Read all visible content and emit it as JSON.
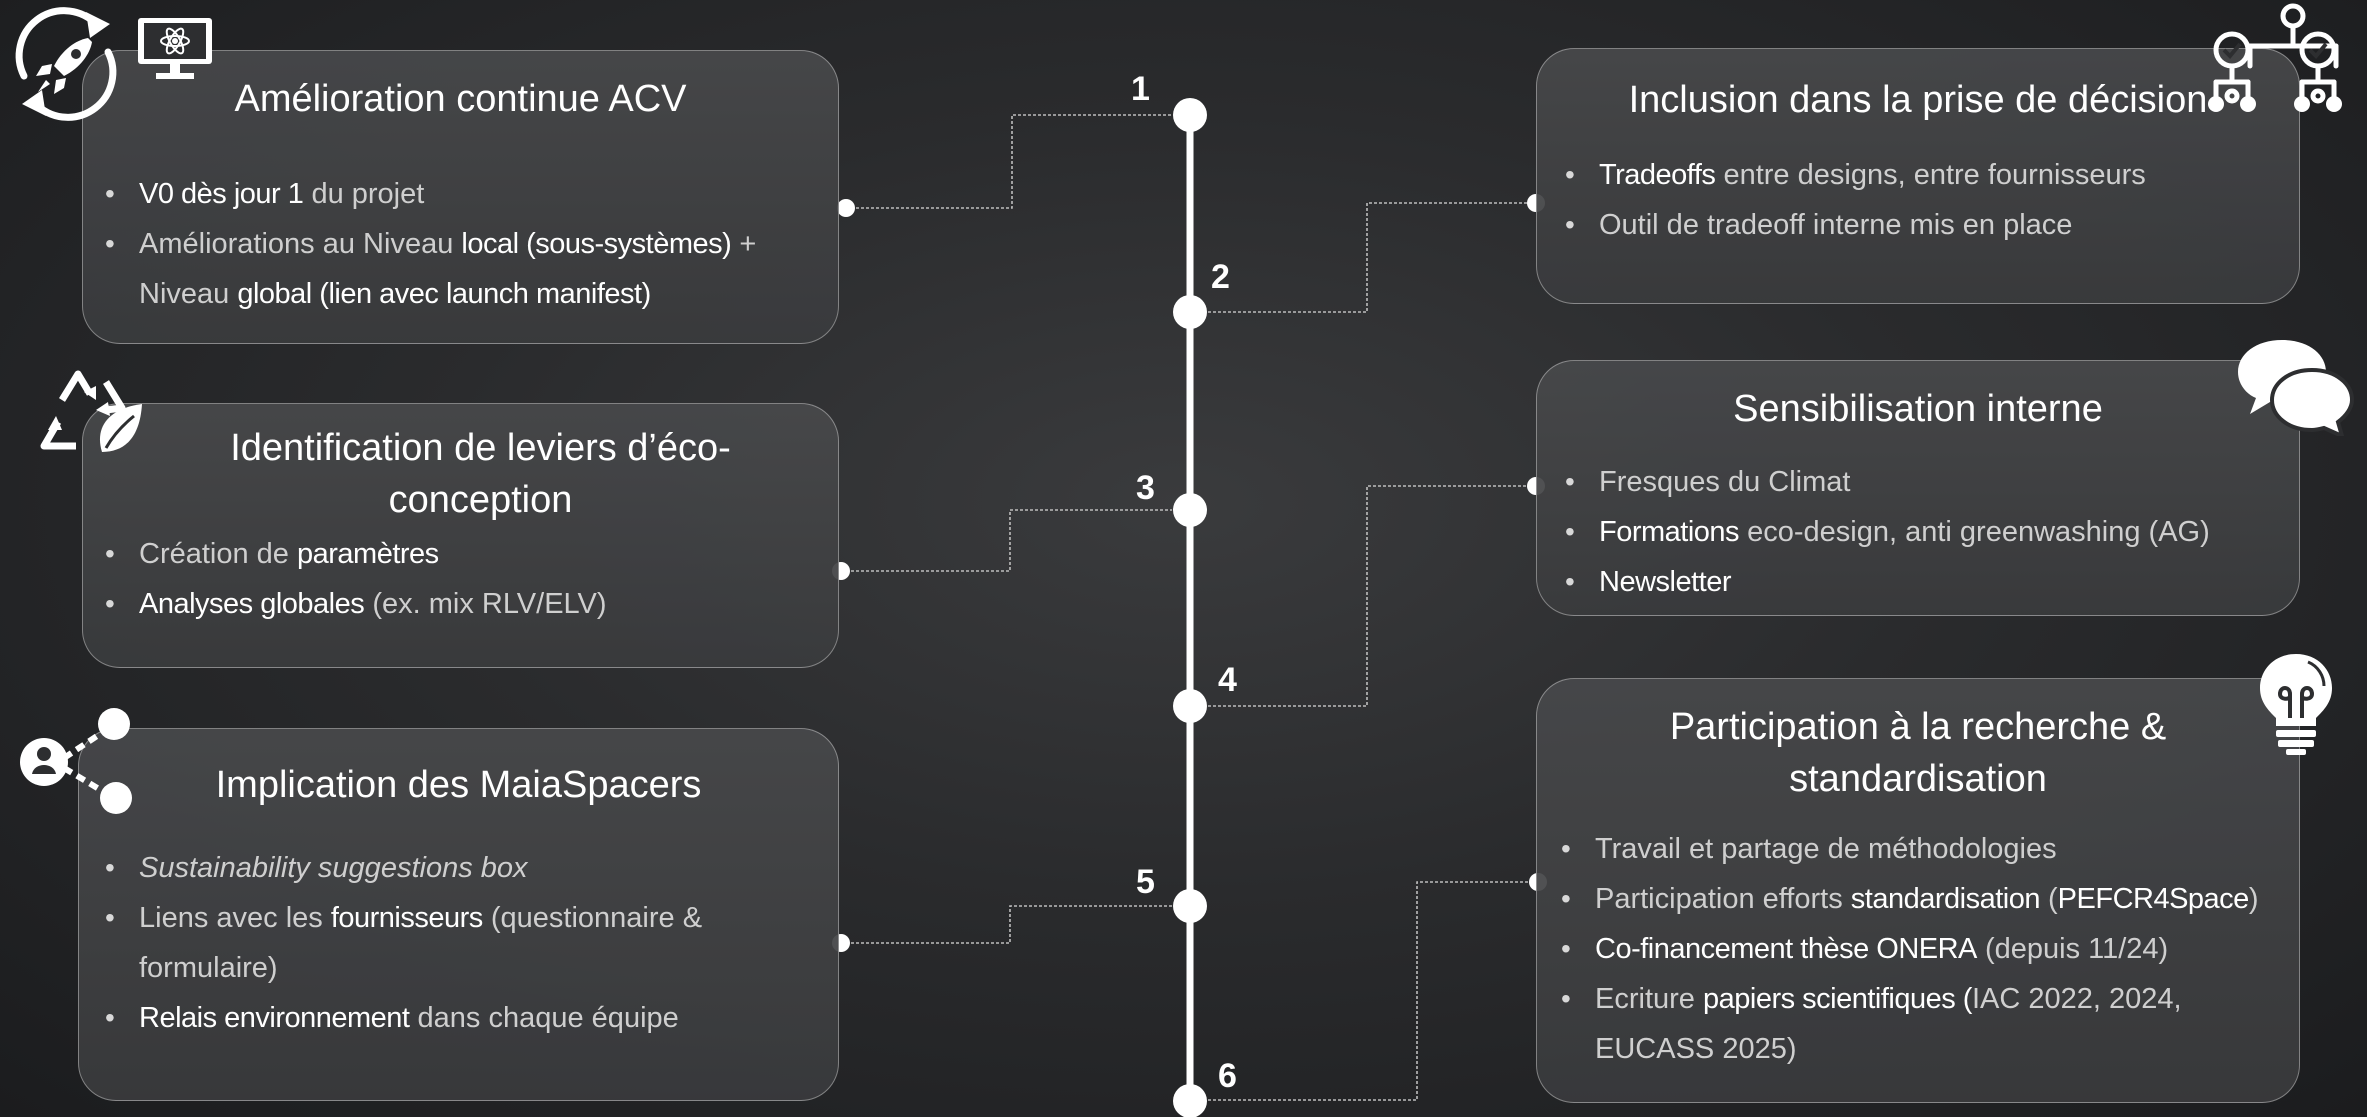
{
  "timeline": {
    "numbers": [
      "1",
      "2",
      "3",
      "4",
      "5",
      "6"
    ]
  },
  "cards": {
    "c1": {
      "title": "Amélioration continue ACV",
      "b1": {
        "hl1": "V0 dès jour 1",
        "t1": " du projet"
      },
      "b2": {
        "t1": "Améliorations au Niveau ",
        "hl1": "local (sous-systèmes)",
        "t2": " + Niveau ",
        "hl2": "global (lien avec launch manifest)"
      }
    },
    "c2": {
      "title": "Identification de leviers d’éco-conception",
      "b1": {
        "t1": "Création de ",
        "hl1": "paramètres"
      },
      "b2": {
        "hl1": "Analyses globales",
        "t1": " (ex. mix RLV/ELV)"
      }
    },
    "c3": {
      "title": "Implication des MaiaSpacers",
      "b1": {
        "it1": "Sustainability suggestions box"
      },
      "b2": {
        "t1": "Liens avec les ",
        "hl1": "fournisseurs",
        "t2": " (questionnaire & formulaire)"
      },
      "b3": {
        "hl1": "Relais environnement",
        "t1": " dans chaque équipe"
      }
    },
    "c4": {
      "title": "Inclusion dans la prise de décision",
      "b1": {
        "hl1": "Tradeoffs",
        "t1": " entre designs, entre fournisseurs"
      },
      "b2": {
        "t1": "Outil de tradeoff interne mis en place"
      }
    },
    "c5": {
      "title": "Sensibilisation interne",
      "b1": {
        "t1": "Fresques du Climat"
      },
      "b2": {
        "hl1": "Formations",
        "t1": " eco-design, anti greenwashing (AG)"
      },
      "b3": {
        "hl1": "Newsletter"
      }
    },
    "c6": {
      "title": "Participation à la recherche & standardisation",
      "b1": {
        "t1": "Travail et partage de méthodologies"
      },
      "b2": {
        "t1": "Participation efforts ",
        "hl1": "standardisation",
        "t2": " (",
        "hl2": "PEFCR4Space",
        "t3": ")"
      },
      "b3": {
        "hl1": "Co-financement thèse ONERA",
        "t1": " (depuis  11/24)"
      },
      "b4": {
        "t1": "Ecriture ",
        "hl1": "papiers scientifiques (",
        "t2": "IAC 2022, 2024, EUCASS 2025)"
      }
    }
  },
  "icons": [
    "rocket-cycle-icon",
    "atom-monitor-icon",
    "recycle-leaf-icon",
    "user-network-icon",
    "network-approval-icon",
    "chat-bubbles-icon",
    "lightbulb-icon"
  ]
}
